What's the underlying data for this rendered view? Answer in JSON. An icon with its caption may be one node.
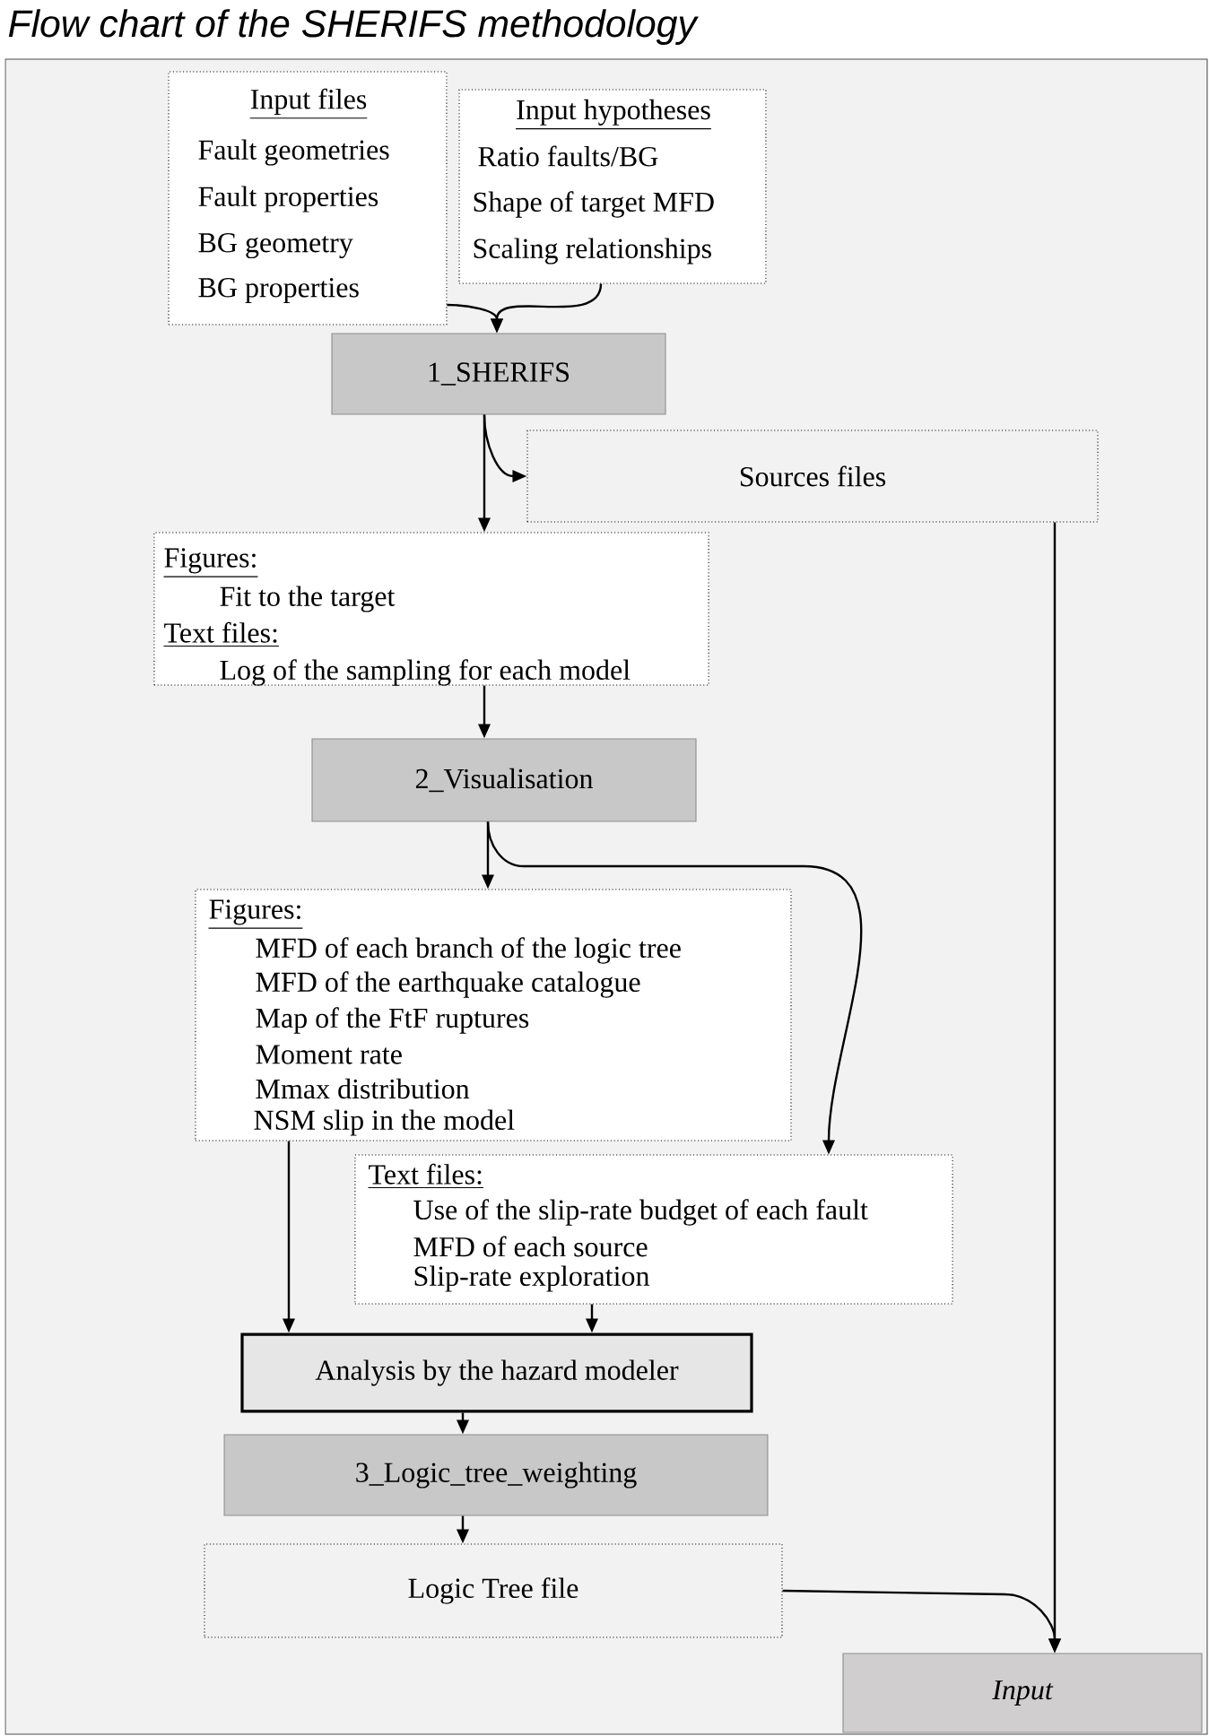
{
  "diagram": {
    "title": "Flow chart of the SHERIFS methodology",
    "nodes": [
      {
        "text": [
          "Input files",
          "Fault geometries",
          "Fault properties",
          "BG geometry",
          "BG properties"
        ]
      },
      {
        "text": [
          "Input hypotheses",
          "Ratio faults/BG",
          "Shape of target MFD",
          "Scaling relationships"
        ]
      },
      {
        "text": [
          "1_SHERIFS"
        ]
      },
      {
        "text": [
          "Sources files"
        ]
      },
      {
        "text": [
          "Figures:",
          "Fit to the target",
          "Text files:",
          "Log of the sampling for each model"
        ]
      },
      {
        "text": [
          "2_Visualisation"
        ]
      },
      {
        "text": [
          "Figures:",
          "MFD of each branch of the logic tree",
          "MFD of the earthquake catalogue",
          "Map of the FtF ruptures",
          "Moment rate",
          "Mmax distribution",
          "NSM slip in the model"
        ]
      },
      {
        "text": [
          "Text files:",
          "Use of the slip-rate budget of each fault",
          "MFD of each source",
          "Slip-rate exploration"
        ]
      },
      {
        "text": [
          "Analysis by the hazard modeler"
        ]
      },
      {
        "text": [
          "3_Logic_tree_weighting"
        ]
      },
      {
        "text": [
          "Logic Tree file"
        ]
      },
      {
        "text": [
          "Input"
        ]
      }
    ],
    "edges": [
      {
        "from": 0,
        "to": 2,
        "arrow": "to"
      },
      {
        "from": 1,
        "to": 2,
        "arrow": "to"
      },
      {
        "from": 2,
        "to": 4,
        "arrow": "to"
      },
      {
        "from": 2,
        "to": 3,
        "arrow": "to"
      },
      {
        "from": 3,
        "to": 11,
        "arrow": "to"
      },
      {
        "from": 4,
        "to": 5,
        "arrow": "to"
      },
      {
        "from": 5,
        "to": 6,
        "arrow": "to"
      },
      {
        "from": 5,
        "to": 7,
        "arrow": "to"
      },
      {
        "from": 6,
        "to": 8,
        "arrow": "to"
      },
      {
        "from": 7,
        "to": 8,
        "arrow": "to"
      },
      {
        "from": 8,
        "to": 9,
        "arrow": "to"
      },
      {
        "from": 9,
        "to": 10,
        "arrow": "to"
      },
      {
        "from": 10,
        "to": 11,
        "arrow": "to"
      }
    ]
  }
}
